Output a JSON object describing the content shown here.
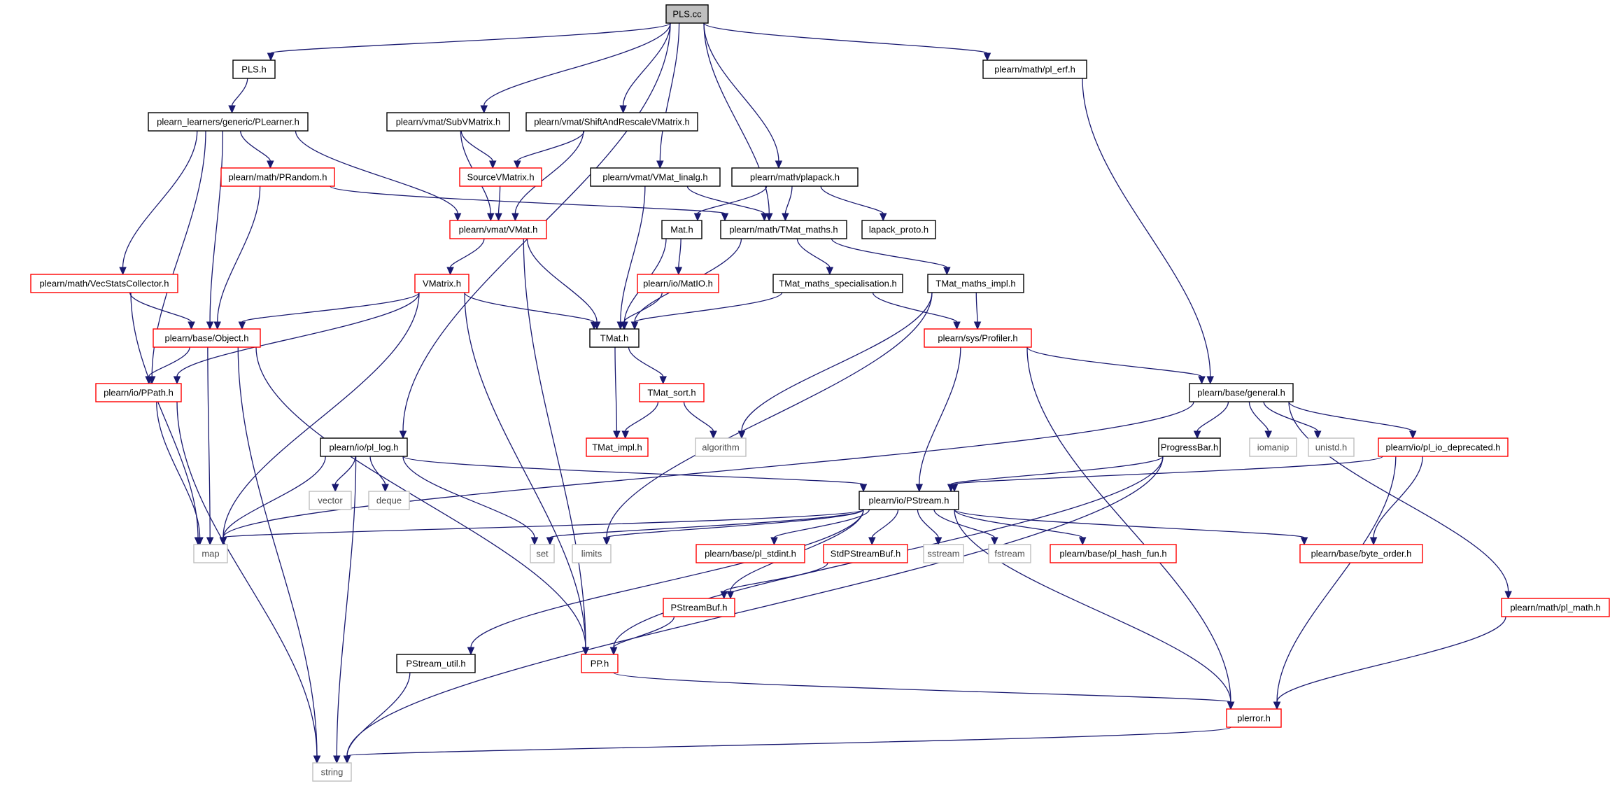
{
  "diagram": {
    "title": "",
    "colors": {
      "edge": "#191970",
      "border_documented": "#000000",
      "border_incomplete": "#ff0000",
      "border_system": "#bfbfbf",
      "fill_root": "#bfbfbf",
      "fill_default": "#ffffff",
      "text_default": "#000000",
      "text_system": "#4d4d4d"
    },
    "nodes": [
      {
        "id": "pls_cc",
        "label": "PLS.cc",
        "kind": "root"
      },
      {
        "id": "pls_h",
        "label": "PLS.h",
        "kind": "documented"
      },
      {
        "id": "pl_erf",
        "label": "plearn/math/pl_erf.h",
        "kind": "documented"
      },
      {
        "id": "plearner",
        "label": "plearn_learners/generic/PLearner.h",
        "kind": "documented"
      },
      {
        "id": "subvmatrix",
        "label": "plearn/vmat/SubVMatrix.h",
        "kind": "documented"
      },
      {
        "id": "shiftrescale",
        "label": "plearn/vmat/ShiftAndRescaleVMatrix.h",
        "kind": "documented"
      },
      {
        "id": "prandom",
        "label": "plearn/math/PRandom.h",
        "kind": "incomplete"
      },
      {
        "id": "sourcevmatrix",
        "label": "SourceVMatrix.h",
        "kind": "incomplete"
      },
      {
        "id": "vmat_linalg",
        "label": "plearn/vmat/VMat_linalg.h",
        "kind": "documented"
      },
      {
        "id": "plapack",
        "label": "plearn/math/plapack.h",
        "kind": "documented"
      },
      {
        "id": "vmat_h",
        "label": "plearn/vmat/VMat.h",
        "kind": "incomplete"
      },
      {
        "id": "mat_h",
        "label": "Mat.h",
        "kind": "documented"
      },
      {
        "id": "tmat_maths",
        "label": "plearn/math/TMat_maths.h",
        "kind": "documented"
      },
      {
        "id": "lapack_proto",
        "label": "lapack_proto.h",
        "kind": "documented"
      },
      {
        "id": "vecstats",
        "label": "plearn/math/VecStatsCollector.h",
        "kind": "incomplete"
      },
      {
        "id": "vmatrix_h",
        "label": "VMatrix.h",
        "kind": "incomplete"
      },
      {
        "id": "matio",
        "label": "plearn/io/MatIO.h",
        "kind": "incomplete"
      },
      {
        "id": "tmat_spec",
        "label": "TMat_maths_specialisation.h",
        "kind": "documented"
      },
      {
        "id": "tmat_impl_h",
        "label": "TMat_maths_impl.h",
        "kind": "documented"
      },
      {
        "id": "object_h",
        "label": "plearn/base/Object.h",
        "kind": "incomplete"
      },
      {
        "id": "tmat_h",
        "label": "TMat.h",
        "kind": "documented"
      },
      {
        "id": "profiler",
        "label": "plearn/sys/Profiler.h",
        "kind": "incomplete"
      },
      {
        "id": "ppath",
        "label": "plearn/io/PPath.h",
        "kind": "incomplete"
      },
      {
        "id": "tmat_sort",
        "label": "TMat_sort.h",
        "kind": "incomplete"
      },
      {
        "id": "general",
        "label": "plearn/base/general.h",
        "kind": "documented"
      },
      {
        "id": "pl_log",
        "label": "plearn/io/pl_log.h",
        "kind": "documented"
      },
      {
        "id": "tmat_impl2",
        "label": "TMat_impl.h",
        "kind": "incomplete"
      },
      {
        "id": "algorithm",
        "label": "algorithm",
        "kind": "system"
      },
      {
        "id": "progressbar",
        "label": "ProgressBar.h",
        "kind": "documented"
      },
      {
        "id": "iomanip",
        "label": "iomanip",
        "kind": "system"
      },
      {
        "id": "unistd",
        "label": "unistd.h",
        "kind": "system"
      },
      {
        "id": "pl_io_dep",
        "label": "plearn/io/pl_io_deprecated.h",
        "kind": "incomplete"
      },
      {
        "id": "vector",
        "label": "vector",
        "kind": "system"
      },
      {
        "id": "deque",
        "label": "deque",
        "kind": "system"
      },
      {
        "id": "pstream",
        "label": "plearn/io/PStream.h",
        "kind": "documented"
      },
      {
        "id": "map",
        "label": "map",
        "kind": "system"
      },
      {
        "id": "set",
        "label": "set",
        "kind": "system"
      },
      {
        "id": "limits",
        "label": "limits",
        "kind": "system"
      },
      {
        "id": "pl_stdint",
        "label": "plearn/base/pl_stdint.h",
        "kind": "incomplete"
      },
      {
        "id": "stdpstreambuf",
        "label": "StdPStreamBuf.h",
        "kind": "incomplete"
      },
      {
        "id": "sstream",
        "label": "sstream",
        "kind": "system"
      },
      {
        "id": "fstream",
        "label": "fstream",
        "kind": "system"
      },
      {
        "id": "pl_hash_fun",
        "label": "plearn/base/pl_hash_fun.h",
        "kind": "incomplete"
      },
      {
        "id": "byte_order",
        "label": "plearn/base/byte_order.h",
        "kind": "incomplete"
      },
      {
        "id": "pstreambuf",
        "label": "PStreamBuf.h",
        "kind": "incomplete"
      },
      {
        "id": "pl_math",
        "label": "plearn/math/pl_math.h",
        "kind": "incomplete"
      },
      {
        "id": "pstream_util",
        "label": "PStream_util.h",
        "kind": "documented"
      },
      {
        "id": "pp_h",
        "label": "PP.h",
        "kind": "incomplete"
      },
      {
        "id": "plerror",
        "label": "plerror.h",
        "kind": "incomplete"
      },
      {
        "id": "string",
        "label": "string",
        "kind": "system"
      }
    ],
    "edges": [
      [
        "pls_cc",
        "pls_h"
      ],
      [
        "pls_cc",
        "pl_erf"
      ],
      [
        "pls_cc",
        "subvmatrix"
      ],
      [
        "pls_cc",
        "shiftrescale"
      ],
      [
        "pls_cc",
        "vmat_linalg"
      ],
      [
        "pls_cc",
        "plapack"
      ],
      [
        "pls_cc",
        "tmat_maths"
      ],
      [
        "pls_cc",
        "pl_log"
      ],
      [
        "pls_h",
        "plearner"
      ],
      [
        "plearner",
        "prandom"
      ],
      [
        "plearner",
        "vmat_h"
      ],
      [
        "plearner",
        "vecstats"
      ],
      [
        "plearner",
        "object_h"
      ],
      [
        "plearner",
        "ppath"
      ],
      [
        "subvmatrix",
        "sourcevmatrix"
      ],
      [
        "subvmatrix",
        "vmat_h"
      ],
      [
        "shiftrescale",
        "sourcevmatrix"
      ],
      [
        "shiftrescale",
        "vmat_h"
      ],
      [
        "sourcevmatrix",
        "vmat_h"
      ],
      [
        "prandom",
        "tmat_maths"
      ],
      [
        "prandom",
        "object_h"
      ],
      [
        "vmat_linalg",
        "tmat_maths"
      ],
      [
        "vmat_linalg",
        "tmat_h"
      ],
      [
        "plapack",
        "mat_h"
      ],
      [
        "plapack",
        "tmat_maths"
      ],
      [
        "plapack",
        "lapack_proto"
      ],
      [
        "vmat_h",
        "vmatrix_h"
      ],
      [
        "vmat_h",
        "tmat_h"
      ],
      [
        "vmat_h",
        "pp_h"
      ],
      [
        "mat_h",
        "matio"
      ],
      [
        "mat_h",
        "tmat_h"
      ],
      [
        "matio",
        "tmat_h"
      ],
      [
        "tmat_maths",
        "tmat_spec"
      ],
      [
        "tmat_maths",
        "tmat_impl_h"
      ],
      [
        "tmat_maths",
        "tmat_h"
      ],
      [
        "tmat_spec",
        "tmat_h"
      ],
      [
        "tmat_spec",
        "profiler"
      ],
      [
        "tmat_impl_h",
        "profiler"
      ],
      [
        "tmat_impl_h",
        "algorithm"
      ],
      [
        "tmat_impl_h",
        "limits"
      ],
      [
        "vecstats",
        "object_h"
      ],
      [
        "vecstats",
        "map"
      ],
      [
        "vmatrix_h",
        "object_h"
      ],
      [
        "vmatrix_h",
        "ppath"
      ],
      [
        "vmatrix_h",
        "tmat_h"
      ],
      [
        "vmatrix_h",
        "map"
      ],
      [
        "vmatrix_h",
        "pp_h"
      ],
      [
        "object_h",
        "ppath"
      ],
      [
        "object_h",
        "map"
      ],
      [
        "object_h",
        "string"
      ],
      [
        "object_h",
        "pp_h"
      ],
      [
        "tmat_h",
        "tmat_sort"
      ],
      [
        "tmat_h",
        "tmat_impl2"
      ],
      [
        "tmat_sort",
        "tmat_impl2"
      ],
      [
        "tmat_sort",
        "algorithm"
      ],
      [
        "profiler",
        "general"
      ],
      [
        "profiler",
        "pstream"
      ],
      [
        "profiler",
        "plerror"
      ],
      [
        "ppath",
        "map"
      ],
      [
        "ppath",
        "string"
      ],
      [
        "pl_erf",
        "general"
      ],
      [
        "general",
        "progressbar"
      ],
      [
        "general",
        "iomanip"
      ],
      [
        "general",
        "unistd"
      ],
      [
        "general",
        "pl_io_dep"
      ],
      [
        "general",
        "pl_math"
      ],
      [
        "general",
        "map"
      ],
      [
        "progressbar",
        "pstream"
      ],
      [
        "progressbar",
        "pp_h"
      ],
      [
        "progressbar",
        "string"
      ],
      [
        "pl_io_dep",
        "pstream"
      ],
      [
        "pl_io_dep",
        "byte_order"
      ],
      [
        "pl_io_dep",
        "plerror"
      ],
      [
        "pl_log",
        "vector"
      ],
      [
        "pl_log",
        "deque"
      ],
      [
        "pl_log",
        "map"
      ],
      [
        "pl_log",
        "set"
      ],
      [
        "pl_log",
        "string"
      ],
      [
        "pl_log",
        "pstream"
      ],
      [
        "pstream",
        "map"
      ],
      [
        "pstream",
        "set"
      ],
      [
        "pstream",
        "limits"
      ],
      [
        "pstream",
        "pl_stdint"
      ],
      [
        "pstream",
        "stdpstreambuf"
      ],
      [
        "pstream",
        "sstream"
      ],
      [
        "pstream",
        "fstream"
      ],
      [
        "pstream",
        "pl_hash_fun"
      ],
      [
        "pstream",
        "byte_order"
      ],
      [
        "pstream",
        "pstreambuf"
      ],
      [
        "pstream",
        "pstream_util"
      ],
      [
        "pstream",
        "plerror"
      ],
      [
        "stdpstreambuf",
        "pstreambuf"
      ],
      [
        "pstreambuf",
        "pp_h"
      ],
      [
        "pl_math",
        "plerror"
      ],
      [
        "pstream_util",
        "string"
      ],
      [
        "pp_h",
        "plerror"
      ],
      [
        "plerror",
        "string"
      ]
    ]
  }
}
